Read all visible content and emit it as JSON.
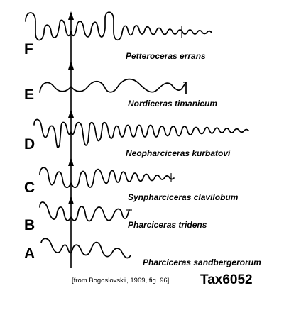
{
  "figure": {
    "rows": [
      {
        "letter": "F",
        "species": "Petteroceras errans"
      },
      {
        "letter": "E",
        "species": "Nordiceras timanicum"
      },
      {
        "letter": "D",
        "species": "Neopharciceras kurbatovi"
      },
      {
        "letter": "C",
        "species": "Synpharciceras clavilobum"
      },
      {
        "letter": "B",
        "species": "Pharciceras tridens"
      },
      {
        "letter": "A",
        "species": "Pharciceras sandbergerorum"
      }
    ],
    "citation": "[from Bogoslovskii, 1969, fig. 96]",
    "tax_id": "Tax6052"
  }
}
